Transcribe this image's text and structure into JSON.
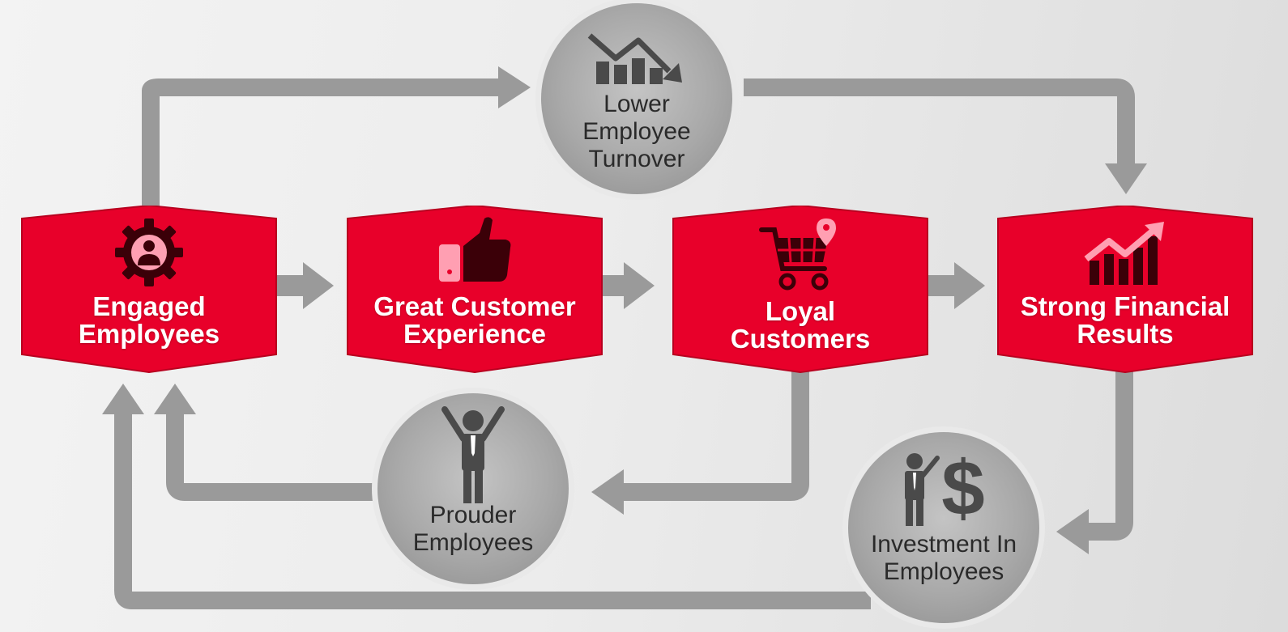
{
  "colors": {
    "box_fill": "#e8002a",
    "box_border": "#b8001f",
    "arrow": "#9a9a9a",
    "icon_dark": "#3b0008",
    "icon_light": "#ff9fb2",
    "circle_icon": "#4a4a4a"
  },
  "boxes": [
    {
      "id": "engaged",
      "label_line1": "Engaged",
      "label_line2": "Employees",
      "icon": "gear-person-icon"
    },
    {
      "id": "experience",
      "label_line1": "Great Customer",
      "label_line2": "Experience",
      "icon": "thumbs-up-icon"
    },
    {
      "id": "loyal",
      "label_line1": "Loyal",
      "label_line2": "Customers",
      "icon": "shopping-cart-icon"
    },
    {
      "id": "financial",
      "label_line1": "Strong Financial",
      "label_line2": "Results",
      "icon": "rising-chart-icon"
    }
  ],
  "circles": [
    {
      "id": "turnover",
      "label_line1": "Lower",
      "label_line2": "Employee",
      "label_line3": "Turnover",
      "icon": "declining-chart-icon"
    },
    {
      "id": "prouder",
      "label_line1": "Prouder",
      "label_line2": "Employees",
      "icon": "cheering-person-icon"
    },
    {
      "id": "investment",
      "label_line1": "Investment In",
      "label_line2": "Employees",
      "icon": "person-dollar-icon"
    }
  ]
}
